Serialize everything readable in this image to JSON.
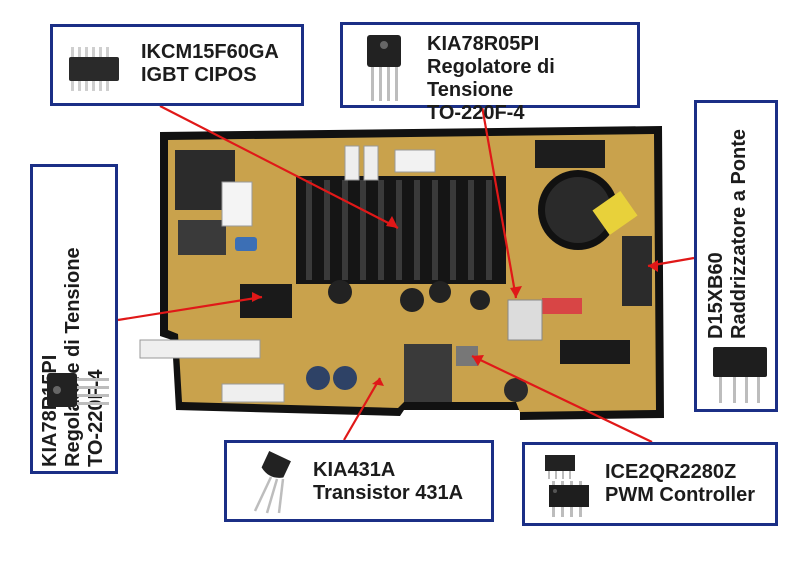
{
  "labels": {
    "ikcm": {
      "line1": "IKCM15F60GA",
      "line2": "IGBT CIPOS"
    },
    "kia78r05": {
      "line1": "KIA78R05PI",
      "line2": "Regolatore di Tensione",
      "line3": "TO-220F-4"
    },
    "kia78r15": {
      "line1": "KIA78R15PI",
      "line2": "Regolatore di Tensione",
      "line3": "TO-220F-4"
    },
    "d15xb60": {
      "line1": "D15XB60",
      "line2": "Raddrizzatore a Ponte"
    },
    "kia431": {
      "line1": "KIA431A",
      "line2": "Transistor 431A"
    },
    "ice2qr": {
      "line1": "ICE2QR2280Z",
      "line2": "PWM Controller"
    }
  },
  "colors": {
    "border": "#1b2f86",
    "arrow": "#e01818",
    "pcb": "#c9a24c",
    "heatsink": "#1a1a1a"
  }
}
